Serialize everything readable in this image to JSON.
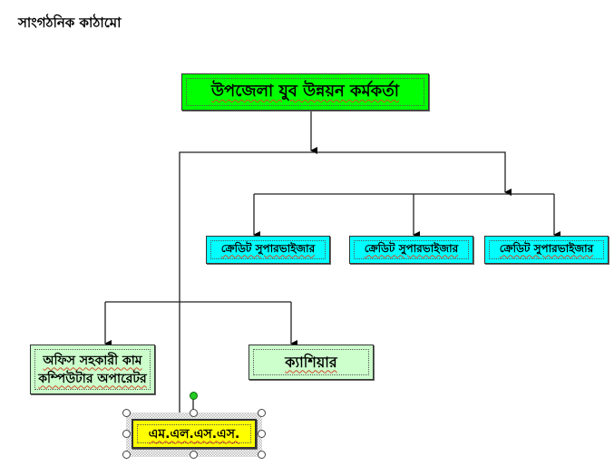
{
  "title": "সাংগঠনিক কাঠামো",
  "nodes": {
    "head": "উপজেলা যুব উন্নয়ন কর্মকর্তা",
    "credit1": "ক্রেডিট সুপারভাইজার",
    "credit2": "ক্রেডিট সুপারভাইজার",
    "credit3": "ক্রেডিট সুপারভাইজার",
    "office_line1": "অফিস সহকারী কাম",
    "office_line2": "কম্পিউটার অপারেটর",
    "cashier": "ক্যাশিয়ার",
    "mlss": "এম.এল.এস.এস."
  },
  "colors": {
    "head": "#00ff00",
    "credit": "#00ffff",
    "staff": "#ccffcc",
    "selected": "#ffff00"
  }
}
